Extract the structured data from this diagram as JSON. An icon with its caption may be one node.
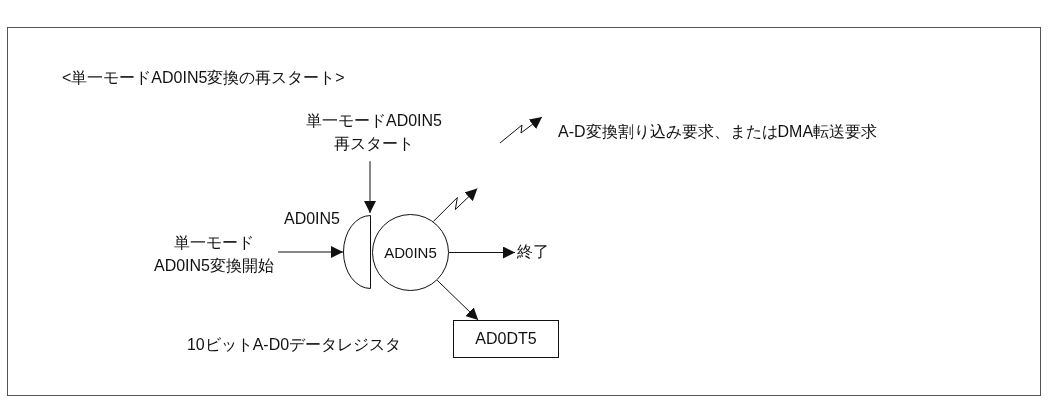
{
  "diagram": {
    "title": "<単一モードAD0IN5変換の再スタート>",
    "nodes": [
      {
        "text": [
          "単一モードAD0IN5再スタート"
        ]
      },
      {
        "text": [
          "単一モードAD0IN5変換開始"
        ]
      },
      {
        "text": [],
        "shape": "semicircle",
        "beside": [
          "AD0IN5"
        ]
      },
      {
        "text": [
          "AD0IN5"
        ]
      },
      {
        "text": [
          "終了"
        ]
      },
      {
        "text": [
          "AD0DT5"
        ],
        "beside": [
          "10ビットA-D0データレジスタ"
        ]
      }
    ],
    "edges": [
      {
        "from": 0,
        "to": 2,
        "arrow": "to"
      },
      {
        "from": 1,
        "to": 2,
        "arrow": "to"
      },
      {
        "from": 3,
        "to": null,
        "arrow": "to"
      },
      {
        "from": 3,
        "to": 4,
        "arrow": "to"
      },
      {
        "from": 3,
        "to": 5,
        "arrow": "to"
      }
    ],
    "legend": [
      {
        "text": "A-D変換割り込み要求、またはDMA転送要求"
      }
    ]
  }
}
